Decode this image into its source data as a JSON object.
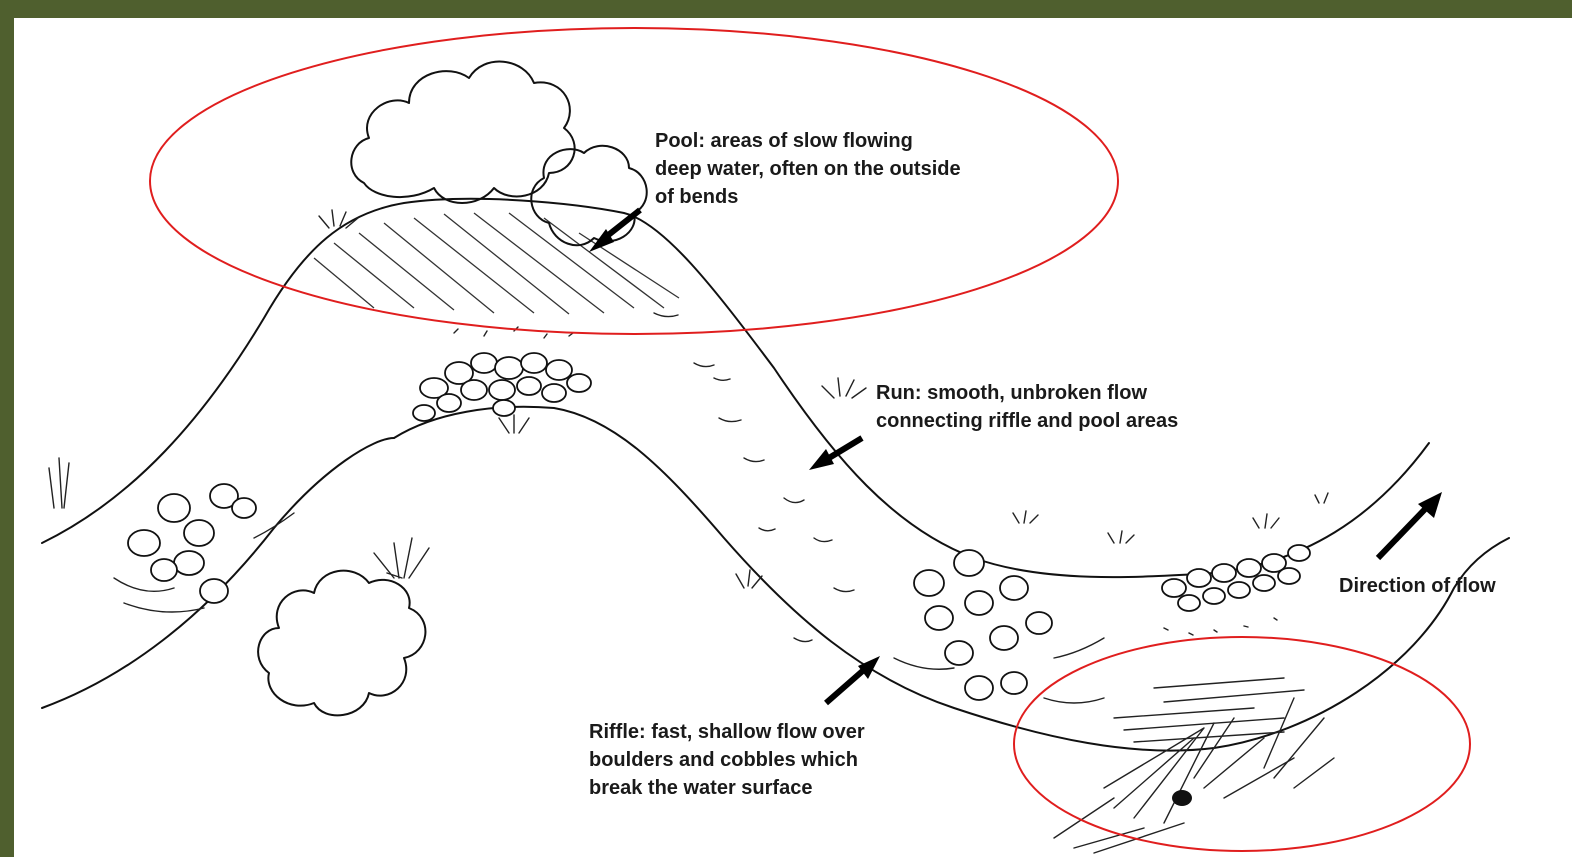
{
  "labels": {
    "pool": "Pool: areas of slow flowing\ndeep water, often on the outside\nof bends",
    "run": "Run: smooth, unbroken flow\nconnecting riffle and pool areas",
    "riffle": "Riffle: fast, shallow flow over\nboulders and cobbles which\nbreak the water surface",
    "direction": "Direction of flow"
  },
  "colors": {
    "frame": "#4f5f2e",
    "background": "#ffffff",
    "ink": "#111111",
    "highlight": "#e01e1e"
  }
}
